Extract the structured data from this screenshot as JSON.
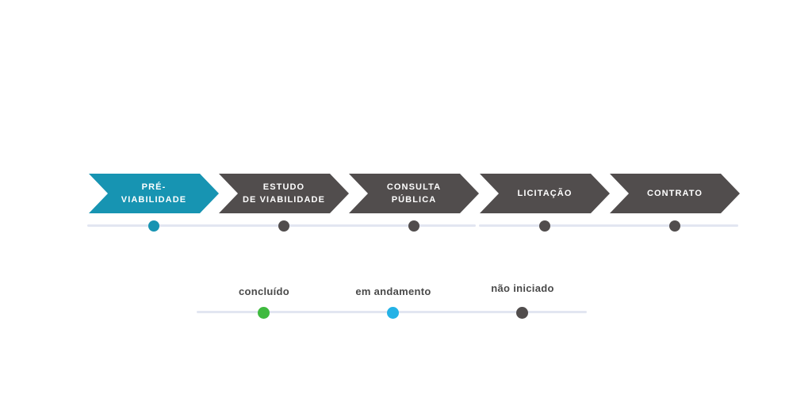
{
  "colors": {
    "background": "#ffffff",
    "track_line": "#e2e6f1",
    "stage_active": "#1794b2",
    "stage_inactive": "#514d4d",
    "stage_text": "#ffffff",
    "legend_done": "#3fba3f",
    "legend_in_progress": "#24b2e6",
    "legend_not_started": "#514d4d",
    "legend_label_text": "#4a4a4a"
  },
  "timeline": {
    "stages": [
      {
        "id": "pre-viabilidade",
        "lines": [
          "PRÉ-",
          "VIABILIDADE"
        ],
        "color": "#1794b2",
        "dot_color": "#1794b2"
      },
      {
        "id": "estudo-de-viabilidade",
        "lines": [
          "ESTUDO",
          "DE VIABILIDADE"
        ],
        "color": "#514d4d",
        "dot_color": "#514d4d"
      },
      {
        "id": "consulta-publica",
        "lines": [
          "CONSULTA",
          "PÚBLICA"
        ],
        "color": "#514d4d",
        "dot_color": "#514d4d"
      },
      {
        "id": "licitacao",
        "lines": [
          "LICITAÇÃO"
        ],
        "color": "#514d4d",
        "dot_color": "#514d4d"
      },
      {
        "id": "contrato",
        "lines": [
          "CONTRATO"
        ],
        "color": "#514d4d",
        "dot_color": "#514d4d"
      }
    ]
  },
  "legend": {
    "items": [
      {
        "id": "concluido",
        "label": "concluído",
        "color": "#3fba3f"
      },
      {
        "id": "em-andamento",
        "label": "em andamento",
        "color": "#24b2e6"
      },
      {
        "id": "nao-iniciado",
        "label": "não iniciado",
        "color": "#514d4d"
      }
    ]
  }
}
